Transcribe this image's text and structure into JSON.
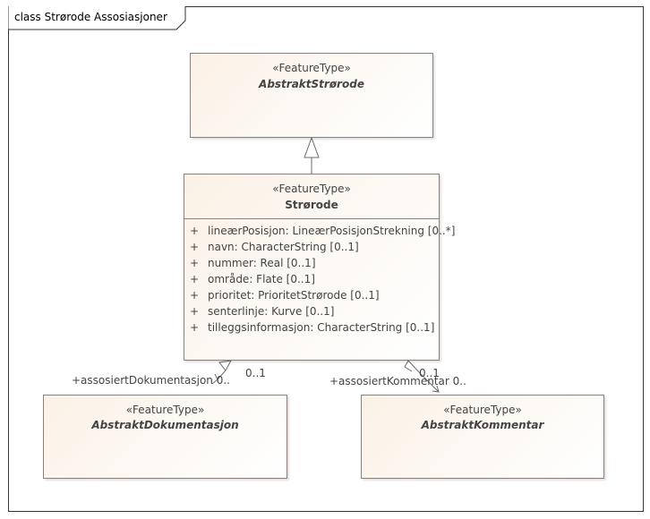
{
  "diagram": {
    "title": "class Strørode Assosiasjoner"
  },
  "classes": {
    "abstrakt_strorode": {
      "stereotype": "«FeatureType»",
      "name": "AbstraktStrørode"
    },
    "strorode": {
      "stereotype": "«FeatureType»",
      "name": "Strørode",
      "attributes": [
        {
          "visibility": "+",
          "text": "lineærPosisjon: LineærPosisjonStrekning [0..*]"
        },
        {
          "visibility": "+",
          "text": "navn: CharacterString [0..1]"
        },
        {
          "visibility": "+",
          "text": "nummer: Real [0..1]"
        },
        {
          "visibility": "+",
          "text": "område: Flate [0..1]"
        },
        {
          "visibility": "+",
          "text": "prioritet: PrioritetStrørode [0..1]"
        },
        {
          "visibility": "+",
          "text": "senterlinje: Kurve [0..1]"
        },
        {
          "visibility": "+",
          "text": "tilleggsinformasjon: CharacterString [0..1]"
        }
      ]
    },
    "abstrakt_dokumentasjon": {
      "stereotype": "«FeatureType»",
      "name": "AbstraktDokumentasjon"
    },
    "abstrakt_kommentar": {
      "stereotype": "«FeatureType»",
      "name": "AbstraktKommentar"
    }
  },
  "associations": {
    "dokumentasjon": {
      "role": "+assosiertDokumentasjon 0..",
      "source_multiplicity": "0..1"
    },
    "kommentar": {
      "role": "+assosiertKommentar 0..",
      "source_multiplicity": "0..1"
    }
  }
}
